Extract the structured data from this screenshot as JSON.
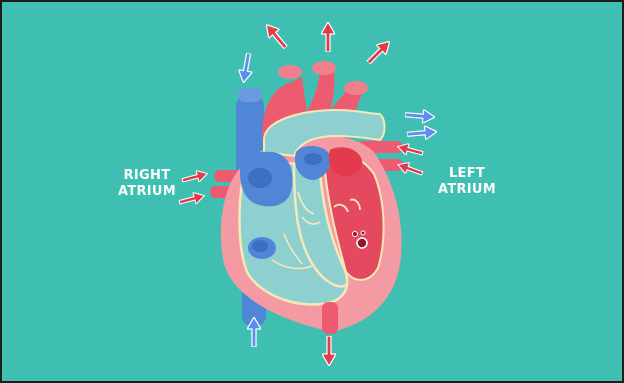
{
  "labels": {
    "right_atrium": [
      "RIGHT",
      "ATRIUM"
    ],
    "left_atrium": [
      "LEFT",
      "ATRIUM"
    ]
  },
  "colors": {
    "background": "#3fbfb1",
    "oxygenated_blood": "#ee5a6f",
    "deoxygenated_blood": "#4f86d6",
    "ventricle_fill": "#8ecfd0",
    "outline": "#f7e8b8",
    "outer_tissue": "#f49aa2",
    "arrow_red": "#e23b4e",
    "arrow_blue": "#5b8ef0"
  },
  "icons": {
    "arrows": "blood-flow-arrow-icon"
  }
}
